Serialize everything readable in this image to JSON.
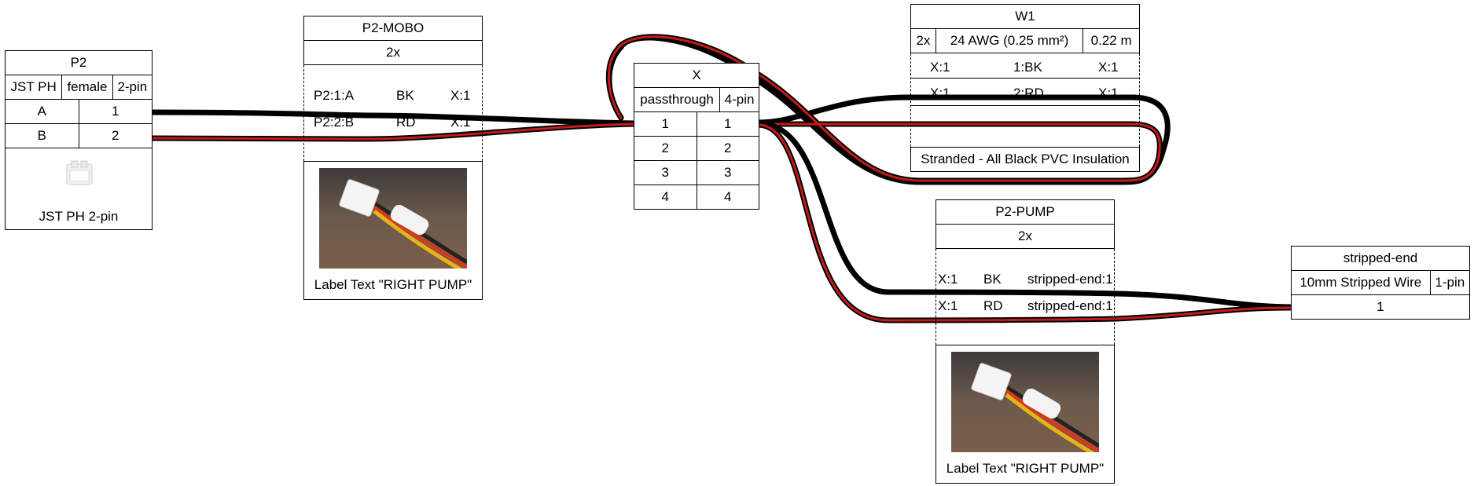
{
  "colors": {
    "black_wire": "#000000",
    "red_wire": "#c61a1a",
    "wire_outline": "#000000"
  },
  "p2": {
    "title": "P2",
    "type": "JST PH",
    "gender": "female",
    "pins": "2-pin",
    "rows": [
      {
        "label": "A",
        "pin": "1"
      },
      {
        "label": "B",
        "pin": "2"
      }
    ],
    "image_caption": "JST PH 2-pin",
    "image_icon": "jst-connector-icon"
  },
  "p2mobo": {
    "title": "P2-MOBO",
    "qty": "2x",
    "wires": [
      {
        "from": "P2:1:A",
        "color": "BK",
        "to": "X:1"
      },
      {
        "from": "P2:2:B",
        "color": "RD",
        "to": "X:1"
      }
    ],
    "image_caption": "Label Text \"RIGHT PUMP\""
  },
  "x": {
    "title": "X",
    "type": "passthrough",
    "pins": "4-pin",
    "rows": [
      [
        "1",
        "1"
      ],
      [
        "2",
        "2"
      ],
      [
        "3",
        "3"
      ],
      [
        "4",
        "4"
      ]
    ]
  },
  "w1": {
    "title": "W1",
    "qty": "2x",
    "gauge": "24 AWG (0.25 mm²)",
    "length": "0.22 m",
    "wires": [
      {
        "from": "X:1",
        "color": "1:BK",
        "to": "X:1"
      },
      {
        "from": "X:1",
        "color": "2:RD",
        "to": "X:1"
      }
    ],
    "footer": "Stranded - All Black PVC Insulation"
  },
  "p2pump": {
    "title": "P2-PUMP",
    "qty": "2x",
    "wires": [
      {
        "from": "X:1",
        "color": "BK",
        "to": "stripped-end:1"
      },
      {
        "from": "X:1",
        "color": "RD",
        "to": "stripped-end:1"
      }
    ],
    "image_caption": "Label Text \"RIGHT PUMP\""
  },
  "stripped": {
    "title": "stripped-end",
    "type": "10mm Stripped Wire",
    "pins": "1-pin",
    "rows": [
      "1"
    ]
  }
}
